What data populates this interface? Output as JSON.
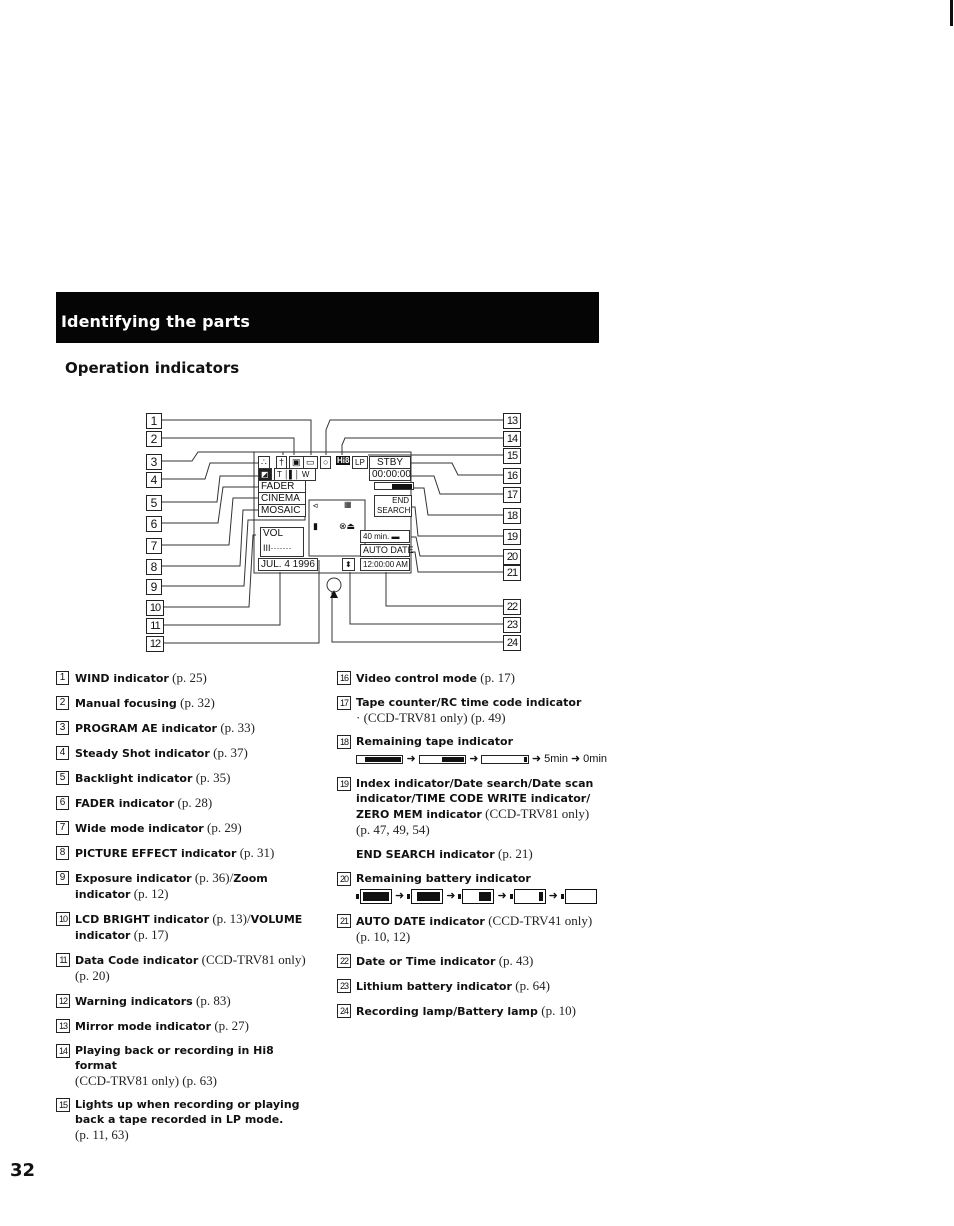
{
  "header": {
    "title": "Identifying the parts"
  },
  "section": {
    "title": "Operation indicators"
  },
  "diagram": {
    "callouts_left": [
      "1",
      "2",
      "3",
      "4",
      "5",
      "6",
      "7",
      "8",
      "9",
      "10",
      "11",
      "12"
    ],
    "callouts_right": [
      "13",
      "14",
      "15",
      "16",
      "17",
      "18",
      "19",
      "20",
      "21",
      "22",
      "23",
      "24"
    ],
    "osd": {
      "fader": "FADER",
      "cinema": "CINEMA",
      "mosaic": "MOSAIC",
      "vol": "VOL",
      "vol_bar": "III·······",
      "date": "JUL. 4 1996",
      "stby": "STBY",
      "counter": "00:00:00",
      "end_search_1": "END",
      "end_search_2": "SEARCH",
      "battery_time": "40 min.",
      "auto_date": "AUTO DATE",
      "time": "12:00:00 AM",
      "hi8": "Hi8",
      "lp": "LP",
      "zoom_t": "T",
      "zoom_w": "W"
    }
  },
  "left_list": [
    {
      "num": "1",
      "label": "WIND indicator",
      "ref": "(p. 25)"
    },
    {
      "num": "2",
      "label": "Manual focusing",
      "ref": "(p. 32)"
    },
    {
      "num": "3",
      "label": "PROGRAM AE indicator",
      "ref": "(p. 33)"
    },
    {
      "num": "4",
      "label": "Steady Shot indicator",
      "ref": "(p. 37)"
    },
    {
      "num": "5",
      "label": "Backlight indicator",
      "ref": "(p. 35)"
    },
    {
      "num": "6",
      "label": "FADER indicator",
      "ref": "(p. 28)"
    },
    {
      "num": "7",
      "label": "Wide mode indicator",
      "ref": "(p. 29)"
    },
    {
      "num": "8",
      "label": "PICTURE EFFECT indicator",
      "ref": "(p. 31)"
    },
    {
      "num": "9",
      "label": "Exposure indicator",
      "ref": "(p. 36)/",
      "label2": "Zoom indicator",
      "ref2": "(p. 12)"
    },
    {
      "num": "10",
      "label": "LCD BRIGHT indicator",
      "ref": "(p. 13)/",
      "label2": "VOLUME indicator",
      "ref2": "(p. 17)"
    },
    {
      "num": "11",
      "label": "Data Code indicator",
      "ref": "(CCD-TRV81 only) (p. 20)"
    },
    {
      "num": "12",
      "label": "Warning indicators",
      "ref": "(p. 83)"
    },
    {
      "num": "13",
      "label": "Mirror mode indicator",
      "ref": "(p. 27)"
    },
    {
      "num": "14",
      "label": "Playing back or recording in Hi8 format",
      "note": "(CCD-TRV81 only) (p. 63)"
    },
    {
      "num": "15",
      "label": "Lights up when recording or playing back a tape recorded in LP mode.",
      "note": "(p. 11, 63)"
    }
  ],
  "right_list": [
    {
      "num": "16",
      "label": "Video control mode",
      "ref": "(p. 17)"
    },
    {
      "num": "17",
      "label": "Tape counter/RC time code indicator",
      "note": "· (CCD-TRV81 only) (p. 49)"
    },
    {
      "num": "18",
      "label": "Remaining tape indicator",
      "strip_end": [
        "5min",
        "0min"
      ]
    },
    {
      "num": "19",
      "label": "Index indicator/Date search/Date scan indicator/TIME CODE WRITE indicator/ ZERO MEM indicator",
      "ref": "(CCD-TRV81 only)",
      "note": "(p. 47, 49, 54)"
    },
    {
      "num": "",
      "label": "END SEARCH indicator",
      "ref": "(p. 21)"
    },
    {
      "num": "20",
      "label": "Remaining battery indicator"
    },
    {
      "num": "21",
      "label": "AUTO DATE indicator",
      "ref": "(CCD-TRV41 only)",
      "note": "(p. 10, 12)"
    },
    {
      "num": "22",
      "label": "Date or Time indicator",
      "ref": "(p. 43)"
    },
    {
      "num": "23",
      "label": "Lithium battery indicator",
      "ref": "(p. 64)"
    },
    {
      "num": "24",
      "label": "Recording lamp/Battery lamp",
      "ref": "(p. 10)"
    }
  ],
  "footer": {
    "page_number": "32"
  }
}
